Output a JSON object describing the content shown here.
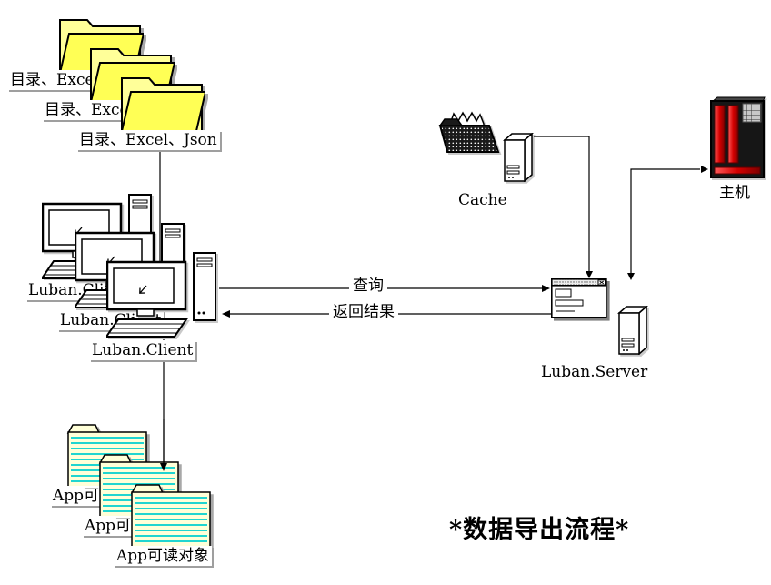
{
  "title": {
    "text": "*数据导出流程*"
  },
  "folder_stack": {
    "labels": [
      "目录、Excel、Json",
      "目录、Excel、Json",
      "目录、Excel、Json"
    ]
  },
  "client_stack": {
    "labels": [
      "Luban.Client",
      "Luban.Client",
      "Luban.Client"
    ]
  },
  "doc_stack": {
    "labels": [
      "App可读对象",
      "App可读对象",
      "App可读对象"
    ]
  },
  "cache": {
    "label": "Cache"
  },
  "host": {
    "label": "主机"
  },
  "server": {
    "label": "Luban.Server"
  },
  "edges": {
    "query_label": "查询",
    "result_label": "返回结果"
  },
  "colors": {
    "folder_yellow": "#ffff66",
    "doc_cream": "#ffffd8",
    "doc_line_cyan": "#00cfcf",
    "host_red": "#d40000",
    "shadow_gray": "#9f9f9f"
  }
}
